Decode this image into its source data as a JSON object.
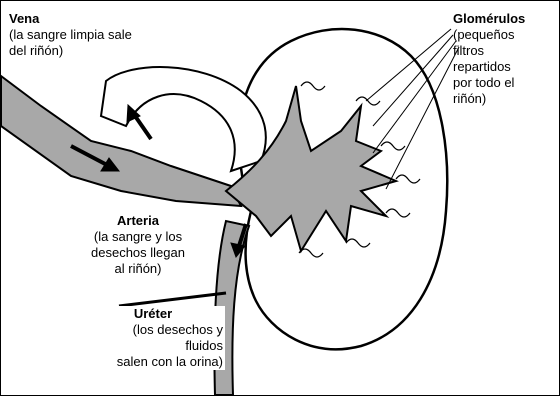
{
  "labels": {
    "vena": {
      "title": "Vena",
      "description": "(la sangre limpia sale\ndel riñón)"
    },
    "glomerulos": {
      "title": "Glomérulos",
      "description": "(pequeños\nfiltros\nrepartidos\npor todo el\nriñón)"
    },
    "arteria": {
      "title": "Arteria",
      "description": "(la sangre y los\ndesechos llegan\nal riñón)"
    },
    "ureter": {
      "title": "Uréter",
      "description": "(los desechos y\nfluidos\nsalen con la orina)"
    }
  },
  "colors": {
    "vessel_fill": "#a8a8a8",
    "outline": "#000000",
    "background": "#ffffff"
  },
  "icons": [
    "arrow-icon"
  ]
}
